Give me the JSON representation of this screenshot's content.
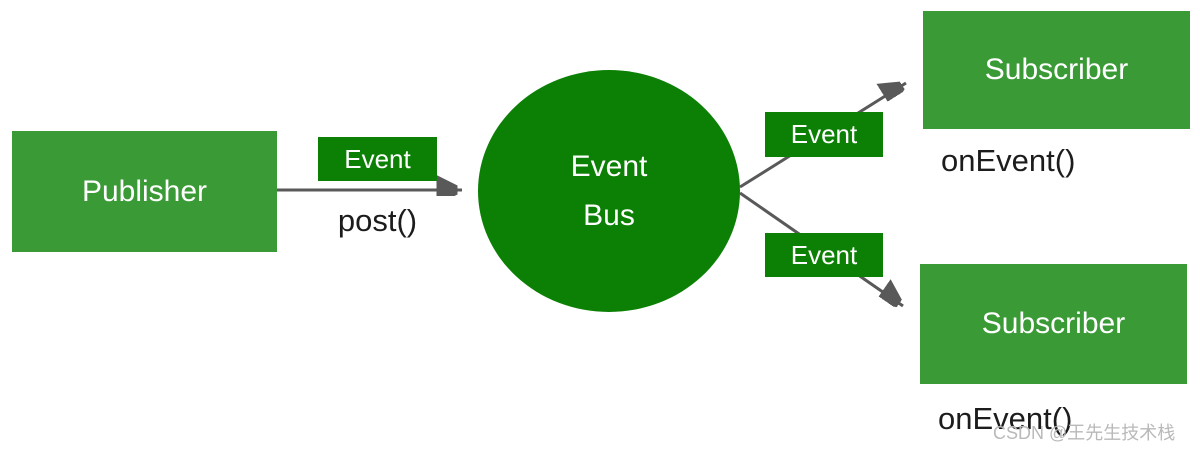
{
  "diagram": {
    "publisher": {
      "label": "Publisher",
      "method": "post()"
    },
    "event_bus": {
      "line1": "Event",
      "line2": "Bus"
    },
    "event_badges": [
      "Event",
      "Event",
      "Event"
    ],
    "subscribers": [
      {
        "label": "Subscriber",
        "method": "onEvent()"
      },
      {
        "label": "Subscriber",
        "method": "onEvent()"
      }
    ],
    "watermark": "CSDN @王先生技术栈"
  },
  "colors": {
    "box-green": "#3a9b36",
    "dark-green": "#0b8005",
    "arrow-gray": "#595959",
    "label-black": "#1c1c1c",
    "watermark-gray": "#b9b9b9"
  }
}
